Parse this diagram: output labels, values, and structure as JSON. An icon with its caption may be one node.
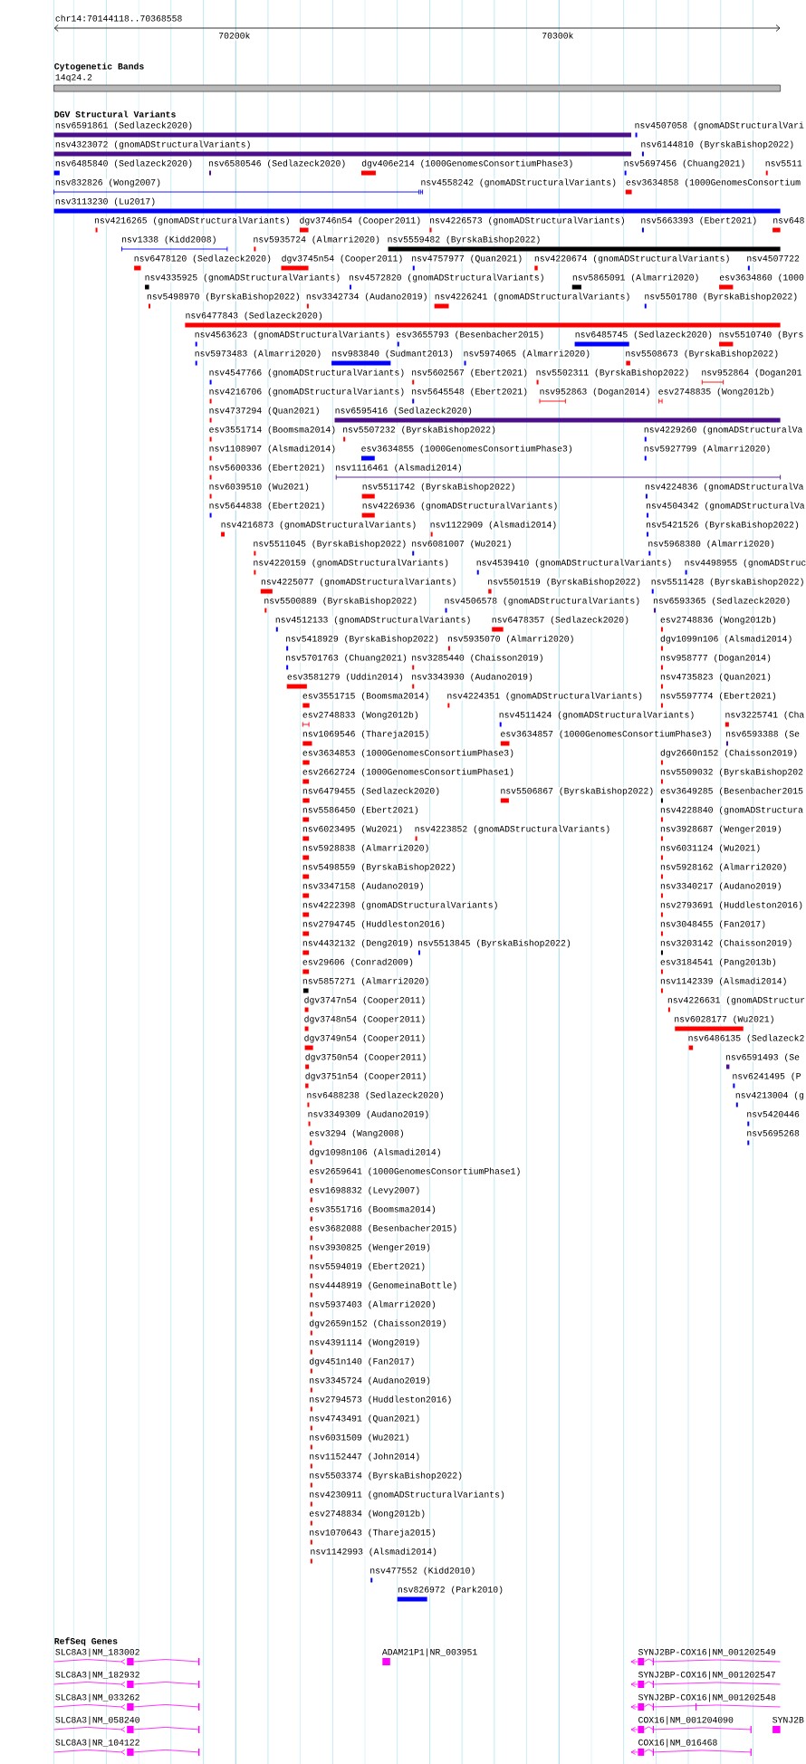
{
  "diagram": {
    "title": "chr14:70144118..70368558",
    "labels": [
      "70200k",
      "70300k",
      "Cytogenetic Bands",
      "14q24.2",
      "DGV Structural Variants",
      "nsv6591861 (Sedlazeck2020)",
      "nsv4507058 (gnomADStructuralVari",
      "nsv4323072 (gnomADStructuralVariants)",
      "nsv6144810 (ByrskaBishop2022)",
      "nsv6485840 (Sedlazeck2020)",
      "nsv6580546 (Sedlazeck2020)",
      "dgv406e214 (1000GenomesConsortiumPhase3)",
      "nsv5697456 (Chuang2021)",
      "nsv5511",
      "nsv832826 (Wong2007)",
      "nsv4558242 (gnomADStructuralVariants)",
      "esv3634858 (1000GenomesConsortium",
      "nsv3113230 (Lu2017)",
      "nsv4216265 (gnomADStructuralVariants)",
      "dgv3746n54 (Cooper2011)",
      "nsv4226573 (gnomADStructuralVariants)",
      "nsv5663393 (Ebert2021)",
      "nsv648",
      "nsv1338 (Kidd2008)",
      "nsv5935724 (Almarri2020)",
      "nsv5559482 (ByrskaBishop2022)",
      "nsv6478120 (Sedlazeck2020)",
      "dgv3745n54 (Cooper2011)",
      "nsv4757977 (Quan2021)",
      "nsv4220674 (gnomADStructuralVariants)",
      "nsv4507722",
      "nsv4335925 (gnomADStructuralVariants)",
      "nsv4572820 (gnomADStructuralVariants)",
      "nsv5865091 (Almarri2020)",
      "esv3634860 (1000",
      "nsv5498970 (ByrskaBishop2022)",
      "nsv3342734 (Audano2019)",
      "nsv4226241 (gnomADStructuralVariants)",
      "nsv5501780 (ByrskaBishop2022)",
      "nsv6477843 (Sedlazeck2020)",
      "nsv4563623 (gnomADStructuralVariants)",
      "esv3655793 (Besenbacher2015)",
      "nsv6485745 (Sedlazeck2020)",
      "nsv5510740 (Byrs",
      "nsv5973483 (Almarri2020)",
      "nsv983840 (Sudmant2013)",
      "nsv5974065 (Almarri2020)",
      "nsv5508673 (ByrskaBishop2022)",
      "nsv4547766 (gnomADStructuralVariants)",
      "nsv5602567 (Ebert2021)",
      "nsv5502311 (ByrskaBishop2022)",
      "nsv952864 (Dogan201",
      "nsv4216706 (gnomADStructuralVariants)",
      "nsv5645548 (Ebert2021)",
      "nsv952863 (Dogan2014)",
      "esv2748835 (Wong2012b)",
      "nsv4737294 (Quan2021)",
      "nsv6595416 (Sedlazeck2020)",
      "esv3551714 (Boomsma2014)",
      "nsv5507232 (ByrskaBishop2022)",
      "nsv4229260 (gnomADStructuralVa",
      "nsv1108907 (Alsmadi2014)",
      "esv3634855 (1000GenomesConsortiumPhase3)",
      "nsv5927799 (Almarri2020)",
      "nsv5600336 (Ebert2021)",
      "nsv1116461 (Alsmadi2014)",
      "nsv6039510 (Wu2021)",
      "nsv5511742 (ByrskaBishop2022)",
      "nsv4224836 (gnomADStructuralVa",
      "nsv5644838 (Ebert2021)",
      "nsv4226936 (gnomADStructuralVariants)",
      "nsv4504342 (gnomADStructuralVa",
      "nsv4216873 (gnomADStructuralVariants)",
      "nsv1122909 (Alsmadi2014)",
      "nsv5421526 (ByrskaBishop2022)",
      "nsv5511045 (ByrskaBishop2022)",
      "nsv6081007 (Wu2021)",
      "nsv5968380 (Almarri2020)",
      "nsv4220159 (gnomADStructuralVariants)",
      "nsv4539410 (gnomADStructuralVariants)",
      "nsv4498955 (gnomADStruc",
      "nsv4225077 (gnomADStructuralVariants)",
      "nsv5501519 (ByrskaBishop2022)",
      "nsv5511428 (ByrskaBishop2022)",
      "nsv5500889 (ByrskaBishop2022)",
      "nsv4506578 (gnomADStructuralVariants)",
      "nsv6593365 (Sedlazeck2020)",
      "nsv4512133 (gnomADStructuralVariants)",
      "nsv6478357 (Sedlazeck2020)",
      "esv2748836 (Wong2012b)",
      "nsv5418929 (ByrskaBishop2022)",
      "nsv5935070 (Almarri2020)",
      "dgv1099n106 (Alsmadi2014)",
      "nsv5701763 (Chuang2021)",
      "nsv3285440 (Chaisson2019)",
      "nsv958777 (Dogan2014)",
      "esv3581279 (Uddin2014)",
      "nsv3343930 (Audano2019)",
      "nsv4735823 (Quan2021)",
      "esv3551715 (Boomsma2014)",
      "nsv4224351 (gnomADStructuralVariants)",
      "nsv5597774 (Ebert2021)",
      "esv2748833 (Wong2012b)",
      "nsv4511424 (gnomADStructuralVariants)",
      "nsv3225741 (Cha",
      "nsv1069546 (Thareja2015)",
      "esv3634857 (1000GenomesConsortiumPhase3)",
      "nsv6593388 (Se",
      "esv3634853 (1000GenomesConsortiumPhase3)",
      "dgv2660n152 (Chaisson2019)",
      "esv2662724 (1000GenomesConsortiumPhase1)",
      "nsv5509032 (ByrskaBishop202",
      "nsv6479455 (Sedlazeck2020)",
      "nsv5506867 (ByrskaBishop2022)",
      "esv3649285 (Besenbacher2015",
      "nsv5586450 (Ebert2021)",
      "nsv4228840 (gnomADStructura",
      "nsv6023495 (Wu2021)",
      "nsv4223852 (gnomADStructuralVariants)",
      "nsv3928687 (Wenger2019)",
      "nsv5928838 (Almarri2020)",
      "nsv6031124 (Wu2021)",
      "nsv5498559 (ByrskaBishop2022)",
      "nsv5928162 (Almarri2020)",
      "nsv3347158 (Audano2019)",
      "nsv3340217 (Audano2019)",
      "nsv4222398 (gnomADStructuralVariants)",
      "nsv2793691 (Huddleston2016)",
      "nsv2794745 (Huddleston2016)",
      "nsv3048455 (Fan2017)",
      "nsv4432132 (Deng2019)",
      "nsv5513845 (ByrskaBishop2022)",
      "nsv3203142 (Chaisson2019)",
      "esv29606 (Conrad2009)",
      "esv3184541 (Pang2013b)",
      "nsv5857271 (Almarri2020)",
      "nsv1142339 (Alsmadi2014)",
      "dgv3747n54 (Cooper2011)",
      "nsv4226631 (gnomADStructur",
      "dgv3748n54 (Cooper2011)",
      "nsv6028177 (Wu2021)",
      "dgv3749n54 (Cooper2011)",
      "nsv6486135 (Sedlazeck2",
      "dgv3750n54 (Cooper2011)",
      "nsv6591493 (Se",
      "dgv3751n54 (Cooper2011)",
      "nsv6241495 (P",
      "nsv6488238 (Sedlazeck2020)",
      "nsv4213004 (g",
      "nsv3349309 (Audano2019)",
      "nsv5420446",
      "esv3294 (Wang2008)",
      "nsv5695268",
      "dgv1098n106 (Alsmadi2014)",
      "esv2659641 (1000GenomesConsortiumPhase1)",
      "esv1698832 (Levy2007)",
      "esv3551716 (Boomsma2014)",
      "esv3682088 (Besenbacher2015)",
      "nsv3930825 (Wenger2019)",
      "nsv5594019 (Ebert2021)",
      "nsv4448919 (GenomeinaBottle)",
      "nsv5937403 (Almarri2020)",
      "dgv2659n152 (Chaisson2019)",
      "nsv4391114 (Wong2019)",
      "dgv451n140 (Fan2017)",
      "nsv3345724 (Audano2019)",
      "nsv2794573 (Huddleston2016)",
      "nsv4743491 (Quan2021)",
      "nsv6031509 (Wu2021)",
      "nsv1152447 (John2014)",
      "nsv5503374 (ByrskaBishop2022)",
      "nsv4230911 (gnomADStructuralVariants)",
      "esv2748834 (Wong2012b)",
      "nsv1070643 (Thareja2015)",
      "nsv1142993 (Alsmadi2014)",
      "nsv477552 (Kidd2010)",
      "nsv826972 (Park2010)",
      "RefSeq Genes",
      "SLC8A3|NM_183002",
      "ADAM21P1|NR_003951",
      "SYNJ2BP-COX16|NM_001202549",
      "SLC8A3|NM_182932",
      "SYNJ2BP-COX16|NM_001202547",
      "SLC8A3|NM_033262",
      "SYNJ2BP-COX16|NM_001202548",
      "SLC8A3|NM_058240",
      "COX16|NM_001204090",
      "SYNJ2B",
      "SLC8A3|NR_104122",
      "COX16|NM_016468"
    ]
  }
}
